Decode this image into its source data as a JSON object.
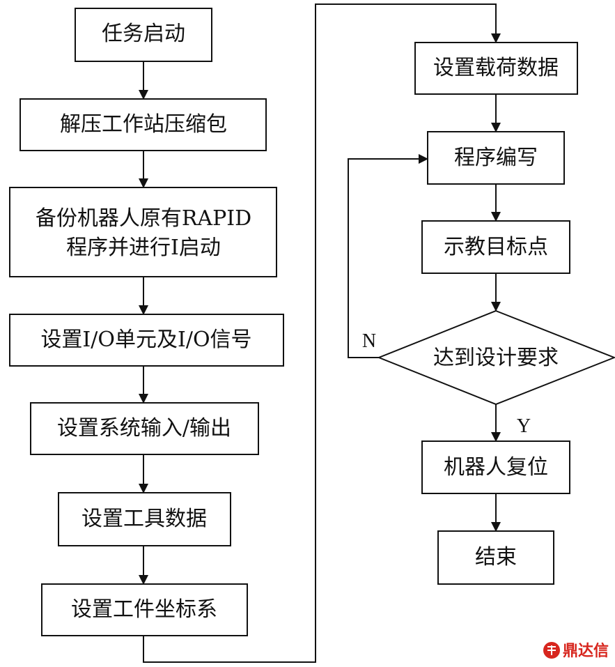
{
  "nodes": {
    "task_start": "任务启动",
    "unzip": "解压工作站压缩包",
    "backup_line1": "备份机器人原有RAPID",
    "backup_line2": "程序并进行I启动",
    "io_setup": "设置I/O单元及I/O信号",
    "sys_io": "设置系统输入/输出",
    "tool_data": "设置工具数据",
    "workobj": "设置工件坐标系",
    "load_data": "设置载荷数据",
    "programming": "程序编写",
    "teach_points": "示教目标点",
    "decision": "达到设计要求",
    "robot_reset": "机器人复位",
    "end": "结束"
  },
  "branches": {
    "no": "N",
    "yes": "Y"
  },
  "watermark": {
    "text": "鼎达信",
    "color": "#d7261e"
  },
  "colors": {
    "stroke": "#111111",
    "background": "#ffffff"
  }
}
